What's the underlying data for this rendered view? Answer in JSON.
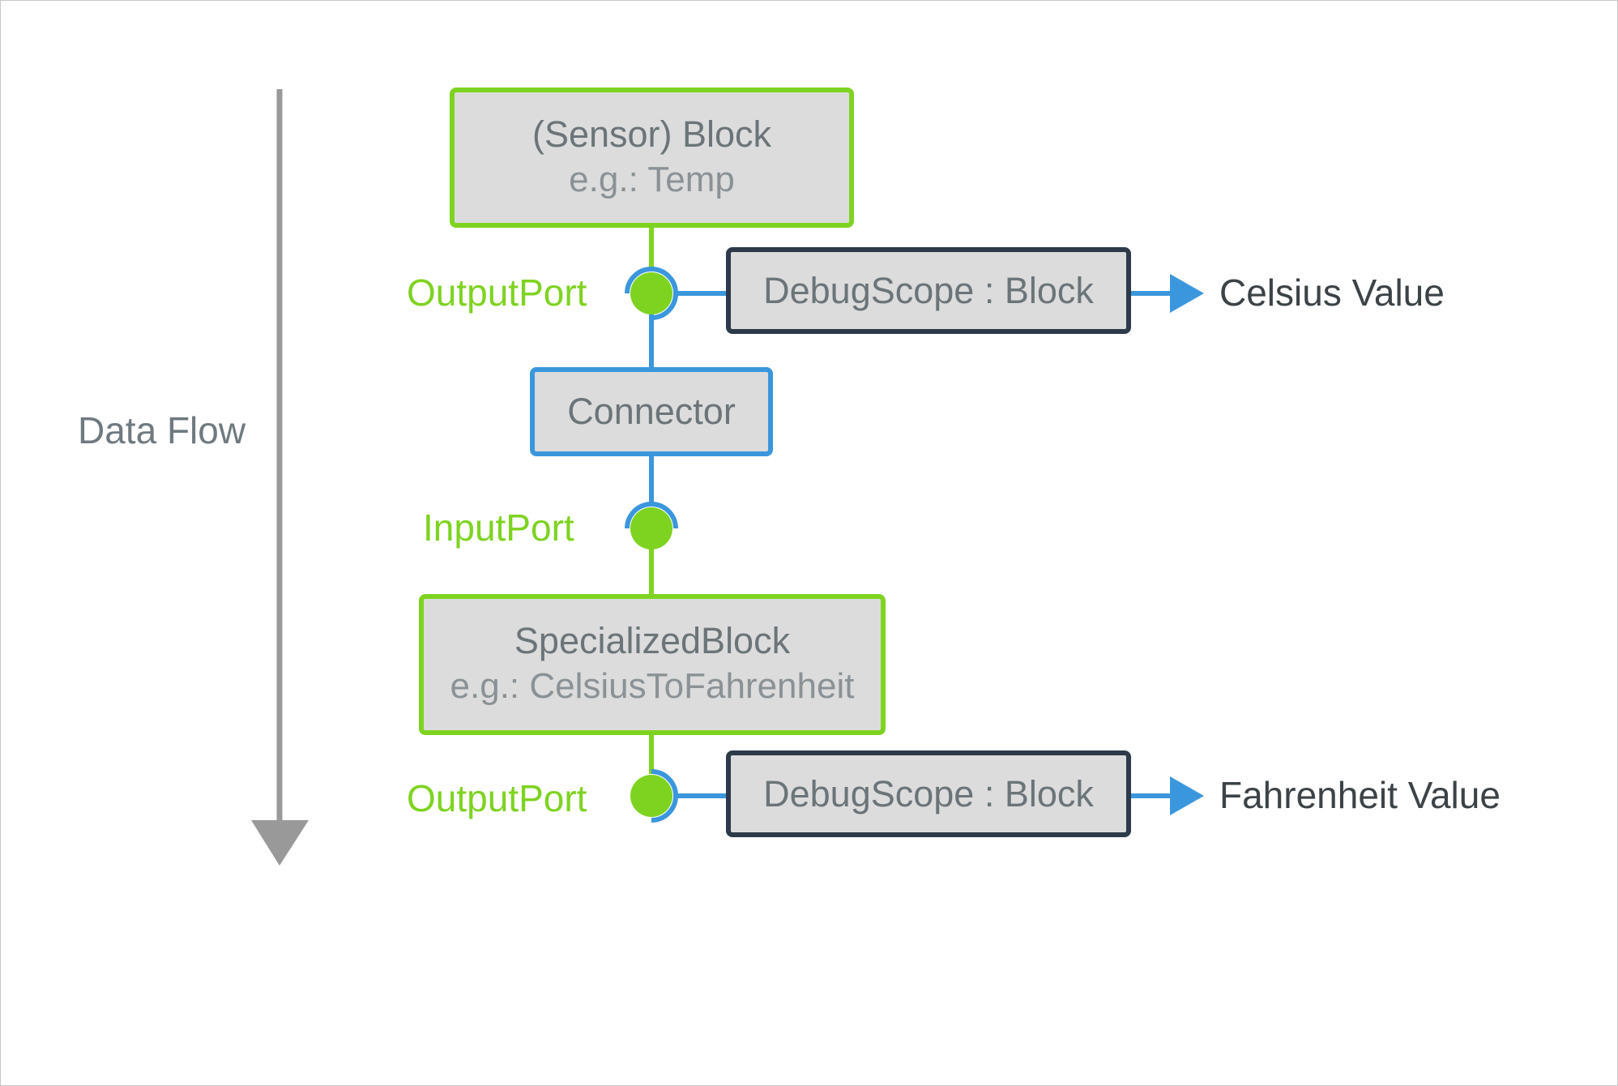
{
  "colors": {
    "green": "#7ed321",
    "blue": "#3b97dd",
    "dark": "#2c3a4a",
    "box_fill": "#dcdcdc",
    "flow_arrow": "#999999"
  },
  "flow": {
    "label": "Data Flow"
  },
  "sensor_block": {
    "title": "(Sensor) Block",
    "subtitle": "e.g.: Temp"
  },
  "output_port_1": {
    "label": "OutputPort"
  },
  "debug_scope_1": {
    "title": "DebugScope : Block",
    "output": "Celsius Value"
  },
  "connector": {
    "title": "Connector"
  },
  "input_port": {
    "label": "InputPort"
  },
  "specialized_block": {
    "title": "SpecializedBlock",
    "subtitle": "e.g.: CelsiusToFahrenheit"
  },
  "output_port_2": {
    "label": "OutputPort"
  },
  "debug_scope_2": {
    "title": "DebugScope : Block",
    "output": "Fahrenheit Value"
  }
}
